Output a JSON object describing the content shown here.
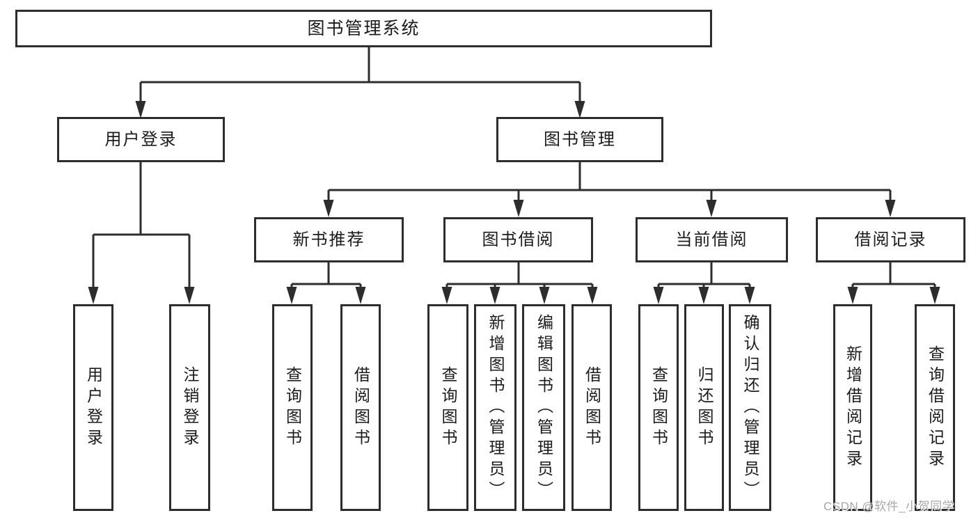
{
  "colors": {
    "line": "#2d2d2d",
    "text": "#1b1b1b",
    "watermark": "#a8a8a8",
    "background": "#ffffff"
  },
  "watermark": {
    "text": "CSDN @软件_小贺同学"
  },
  "tree": {
    "label": "图书管理系统",
    "children": [
      {
        "label": "用户登录",
        "children": [
          {
            "label": "用户登录"
          },
          {
            "label": "注销登录"
          }
        ]
      },
      {
        "label": "图书管理",
        "children": [
          {
            "label": "新书推荐",
            "children": [
              {
                "label": "查询图书"
              },
              {
                "label": "借阅图书"
              }
            ]
          },
          {
            "label": "图书借阅",
            "children": [
              {
                "label": "查询图书"
              },
              {
                "label": "新增图书（管理员）"
              },
              {
                "label": "编辑图书（管理员）"
              },
              {
                "label": "借阅图书"
              }
            ]
          },
          {
            "label": "当前借阅",
            "children": [
              {
                "label": "查询图书"
              },
              {
                "label": "归还图书"
              },
              {
                "label": "确认归还（管理员）"
              }
            ]
          },
          {
            "label": "借阅记录",
            "children": [
              {
                "label": "新增借阅记录"
              },
              {
                "label": "查询借阅记录"
              }
            ]
          }
        ]
      }
    ]
  }
}
